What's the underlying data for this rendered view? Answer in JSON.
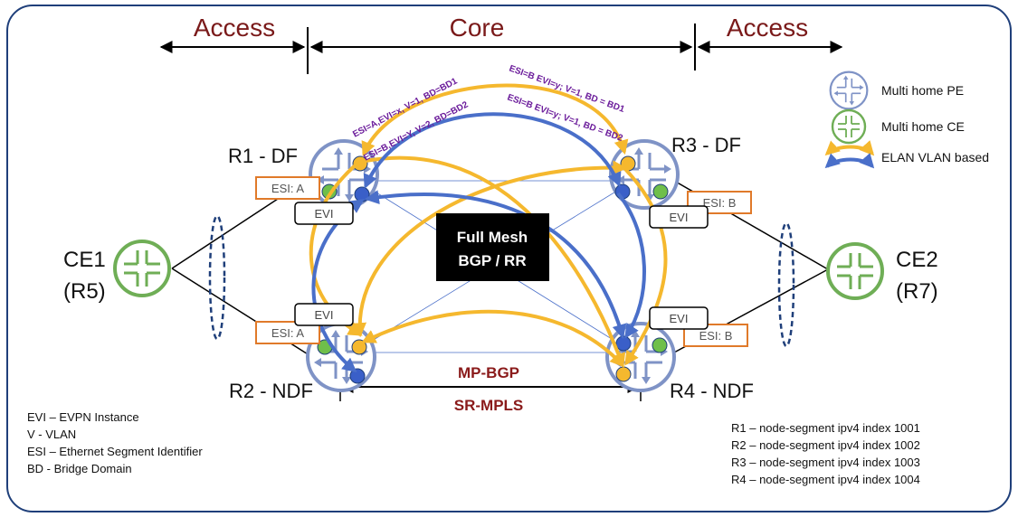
{
  "sections": {
    "access_left": "Access",
    "core": "Core",
    "access_right": "Access"
  },
  "nodes": {
    "r1": "R1 - DF",
    "r2": "R2 - NDF",
    "r3": "R3 - DF",
    "r4": "R4 - NDF",
    "ce1_line1": "CE1",
    "ce1_line2": "(R5)",
    "ce2_line1": "CE2",
    "ce2_line2": "(R7)"
  },
  "esi_labels": {
    "r1": "ESI: A",
    "r2": "ESI: A",
    "r3": "ESI: B",
    "r4": "ESI: B"
  },
  "evi_labels": {
    "r1": "EVI",
    "r2": "EVI",
    "r3": "EVI",
    "r4": "EVI"
  },
  "route_labels": {
    "a1": "ESI=A,EVI=x, V=1, BD=BD1",
    "a2": "ESI=B,EVI=Y, V=2, BD=BD2",
    "b1": "ESI=B EVI=y; V=1, BD = BD1",
    "b2": "ESI=B EVI=y; V=1, BD = BD2"
  },
  "core_box": {
    "line1": "Full Mesh",
    "line2": "BGP / RR"
  },
  "protocols": {
    "top": "MP-BGP",
    "bottom": "SR-MPLS"
  },
  "legend": {
    "pe": "Multi home PE",
    "ce": "Multi home CE",
    "elan": "ELAN VLAN based"
  },
  "glossary": [
    "EVI – EVPN Instance",
    "V - VLAN",
    "ESI – Ethernet Segment Identifier",
    "BD - Bridge Domain"
  ],
  "segments": [
    "R1 – node-segment ipv4 index 1001",
    "R2 – node-segment ipv4 index 1002",
    "R3 – node-segment ipv4 index 1003",
    "R4 – node-segment ipv4 index 1004"
  ],
  "colors": {
    "frame": "#1f3f7a",
    "pe_stroke": "#7f93c6",
    "ce_stroke": "#6fae56",
    "orange_box": "#e07a2a",
    "yellow_arrow": "#f5b82e",
    "blue_arrow": "#4a6fc9",
    "section_text": "#7a1a1a",
    "route_text": "#6a1a9a"
  }
}
